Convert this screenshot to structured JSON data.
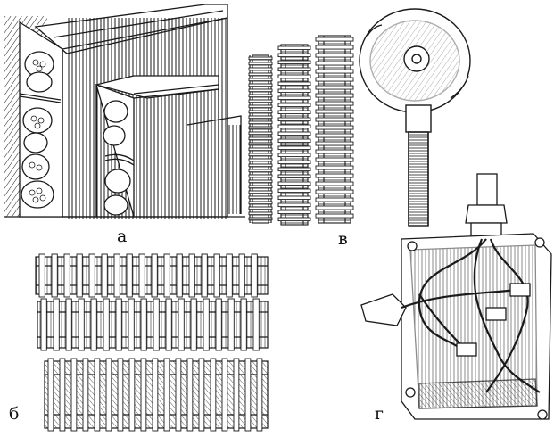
{
  "figure": {
    "captions": {
      "a": "а",
      "b": "б",
      "v": "в",
      "g": "г"
    },
    "ink_color": "#1a1a1a",
    "paper_color": "#ffffff"
  }
}
